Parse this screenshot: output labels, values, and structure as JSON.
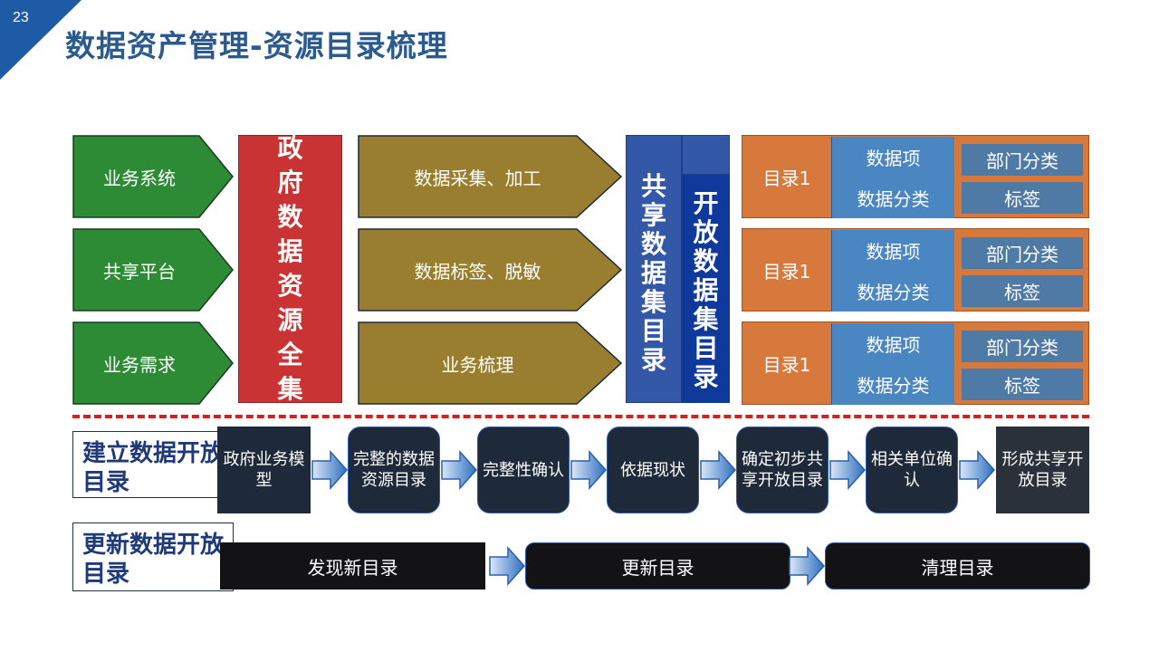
{
  "slide": {
    "page_number": "23",
    "title": "数据资产管理-资源目录梳理"
  },
  "colors": {
    "title": "#2a5a8e",
    "source": "#2e8b35",
    "pool": "#c93334",
    "process": "#9a7e30",
    "shared": "#3458a8",
    "catalog": "#d7793d",
    "cell": "#4a86c2",
    "dash": "#e11a1a"
  },
  "sources": [
    "业务系统",
    "共享平台",
    "业务需求"
  ],
  "pool": {
    "chars": [
      "政",
      "府",
      "数",
      "据",
      "资",
      "源",
      "全",
      "集"
    ]
  },
  "processes": [
    "数据采集、加工",
    "数据标签、脱敏",
    "业务梳理"
  ],
  "shared": {
    "chars": [
      "共",
      "享",
      "数",
      "据",
      "集",
      "目",
      "录"
    ]
  },
  "open": {
    "chars": [
      "开",
      "放",
      "数",
      "据",
      "集",
      "目",
      "录"
    ]
  },
  "catalogs": [
    {
      "label": "目录1",
      "item": "数据项",
      "classify": "数据分类",
      "dept": "部门分类",
      "tag": "标签"
    },
    {
      "label": "目录1",
      "item": "数据项",
      "classify": "数据分类",
      "dept": "部门分类",
      "tag": "标签"
    },
    {
      "label": "目录1",
      "item": "数据项",
      "classify": "数据分类",
      "dept": "部门分类",
      "tag": "标签"
    }
  ],
  "build": {
    "label": "建立数据开放目录",
    "steps": [
      "政府业务模型",
      "完整的数据资源目录",
      "完整性确认",
      "依据现状",
      "确定初步共享开放目录",
      "相关单位确认",
      "形成共享开放目录"
    ]
  },
  "update": {
    "label": "更新数据开放目录",
    "steps": [
      "发现新目录",
      "更新目录",
      "清理目录"
    ]
  }
}
